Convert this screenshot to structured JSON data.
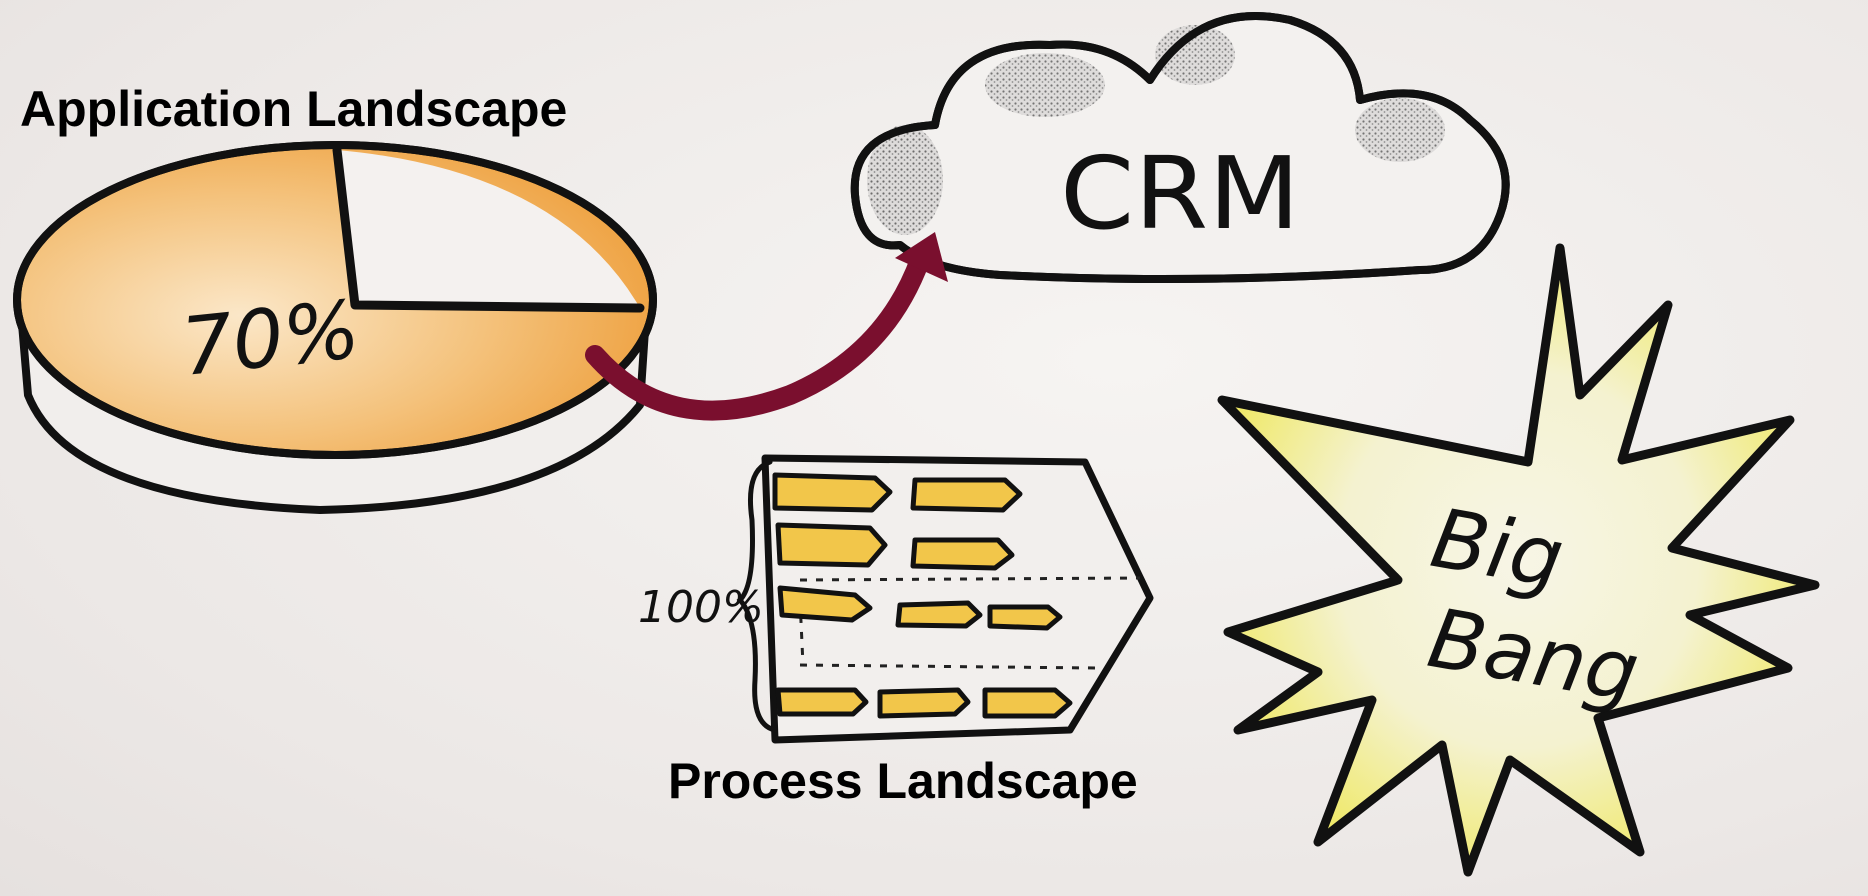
{
  "diagram": {
    "application_landscape": {
      "title": "Application Landscape",
      "pie_label": "70%",
      "share": 0.7,
      "fill_color": "#f0b45a"
    },
    "crm": {
      "label": "CRM"
    },
    "process_landscape": {
      "title": "Process Landscape",
      "bracket_label": "100%",
      "fill_color": "#f2c64a"
    },
    "big_bang": {
      "line1": "Big",
      "line2": "Bang",
      "fill_color": "#f4f06a"
    },
    "arrow_color": "#7a0f2e"
  }
}
